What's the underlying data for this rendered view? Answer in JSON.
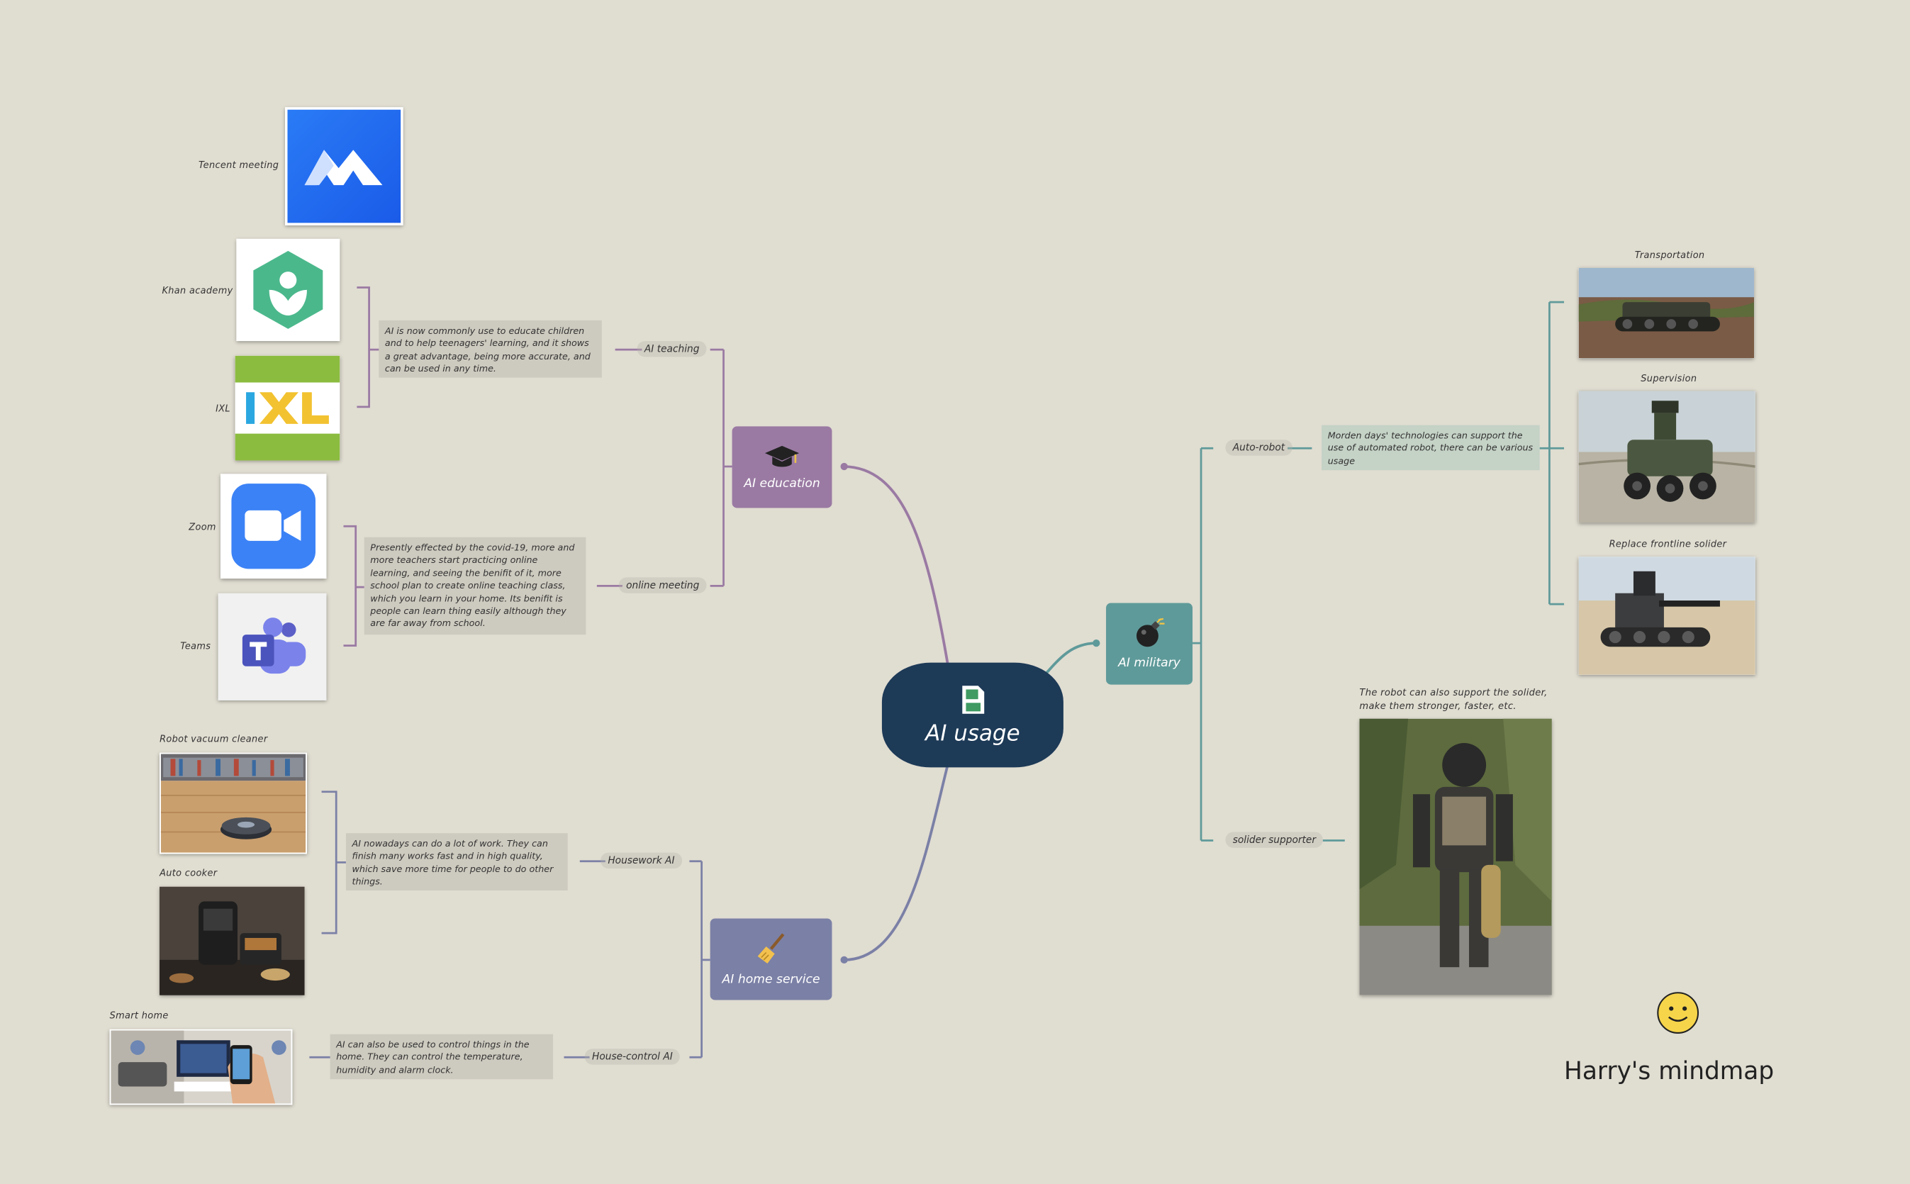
{
  "central": {
    "title": "AI usage",
    "icon": "sd-card-icon"
  },
  "branches": {
    "education": {
      "title": "AI education",
      "icon": "graduation-cap-icon",
      "color": "#9a7aa3"
    },
    "military": {
      "title": "AI military",
      "icon": "bomb-icon",
      "color": "#5f9a9a"
    },
    "home": {
      "title": "AI home service",
      "icon": "broom-icon",
      "color": "#7b80a6"
    }
  },
  "education": {
    "ai_teaching": {
      "label": "AI teaching",
      "note": "AI is now commonly use to educate children and to help teenagers' learning, and it shows a great advantage, being more accurate, and can be used in any time.",
      "items": [
        "Tencent meeting",
        "Khan academy",
        "IXL"
      ]
    },
    "online_meeting": {
      "label": "online meeting",
      "note": "Presently effected by the covid-19, more and more teachers start practicing online learning, and seeing the benifit of it, more school plan to create online teaching class, which you learn in your home. Its benifit is people can learn thing easily although they are far away from school.",
      "items": [
        "Zoom",
        "Teams"
      ]
    }
  },
  "home": {
    "housework": {
      "label": "Housework AI",
      "note": "AI nowadays can do a lot of work. They can finish many works fast and in high quality, which save more time for people to do other things.",
      "items": [
        "Robot vacuum cleaner",
        "Auto cooker"
      ]
    },
    "house_control": {
      "label": "House-control AI",
      "note": "AI can also be used to control things in the home. They can control the temperature, humidity and alarm clock.",
      "items": [
        "Smart home"
      ]
    }
  },
  "military": {
    "auto_robot": {
      "label": "Auto-robot",
      "note": "Morden days' technologies can support the use of automated robot, there can be various usage",
      "items": [
        "Transportation",
        "Supervision",
        "Replace frontline solider"
      ]
    },
    "soldier_supporter": {
      "label": "solider supporter",
      "note": "The robot can also support the solider, make them stronger, faster, etc."
    }
  },
  "signature": {
    "text": "Harry's mindmap",
    "icon": "smiley-face-icon"
  },
  "colors": {
    "background": "#e0ddd1",
    "central": "#1d3a57",
    "education": "#9a7aa3",
    "military": "#5f9a9a",
    "home": "#7b80a6"
  }
}
